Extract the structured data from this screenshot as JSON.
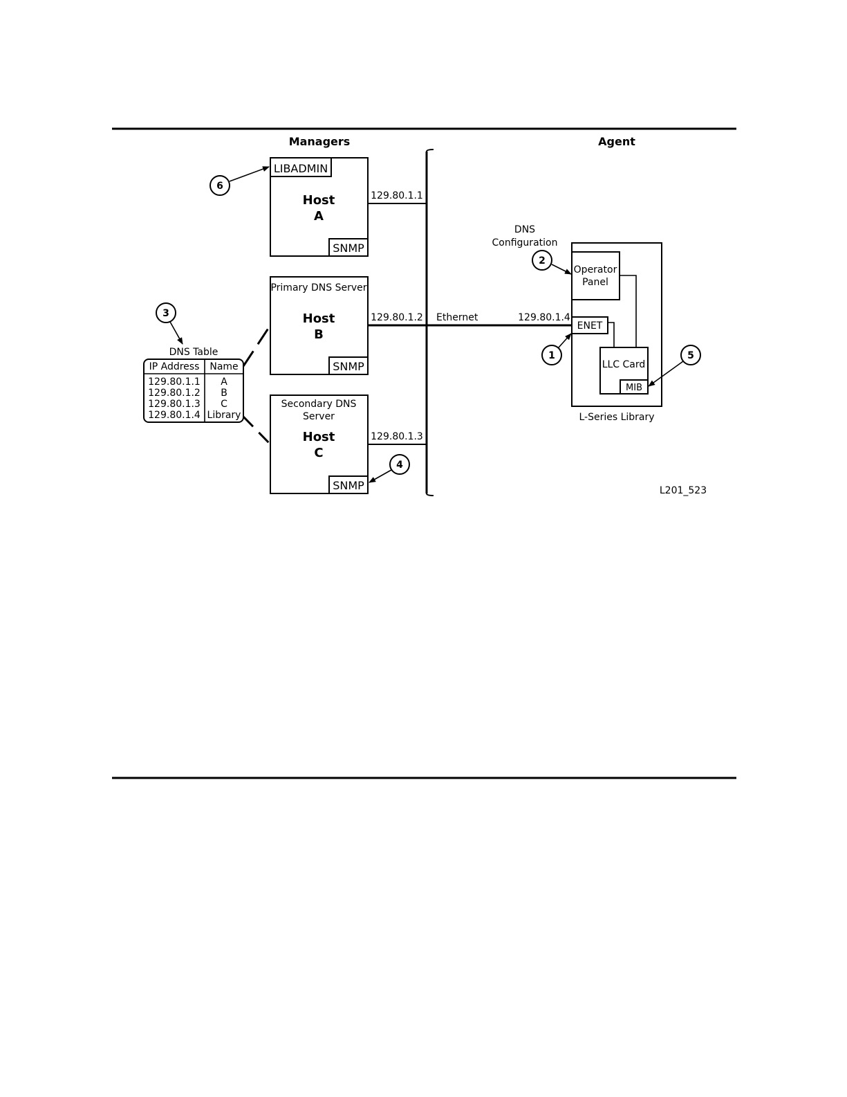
{
  "headers": {
    "managers": "Managers",
    "agent": "Agent"
  },
  "host_a": {
    "tag": "LIBADMIN",
    "title1": "Host",
    "title2": "A",
    "snmp": "SNMP",
    "ip": "129.80.1.1"
  },
  "host_b": {
    "role": "Primary DNS Server",
    "title1": "Host",
    "title2": "B",
    "snmp": "SNMP",
    "ip": "129.80.1.2"
  },
  "host_c": {
    "role1": "Secondary DNS",
    "role2": "Server",
    "title1": "Host",
    "title2": "C",
    "snmp": "SNMP",
    "ip": "129.80.1.3"
  },
  "network": {
    "label": "Ethernet",
    "library_ip": "129.80.1.4"
  },
  "dns_config": {
    "line1": "DNS",
    "line2": "Configuration"
  },
  "library": {
    "operator_panel1": "Operator",
    "operator_panel2": "Panel",
    "enet": "ENET",
    "llc_card": "LLC Card",
    "mib": "MIB",
    "caption": "L-Series Library"
  },
  "dns_table": {
    "title": "DNS Table",
    "headers": [
      "IP Address",
      "Name"
    ],
    "rows": [
      [
        "129.80.1.1",
        "A"
      ],
      [
        "129.80.1.2",
        "B"
      ],
      [
        "129.80.1.3",
        "C"
      ],
      [
        "129.80.1.4",
        "Library"
      ]
    ]
  },
  "callouts": [
    "1",
    "2",
    "3",
    "4",
    "5",
    "6"
  ],
  "figure_id": "L201_523"
}
